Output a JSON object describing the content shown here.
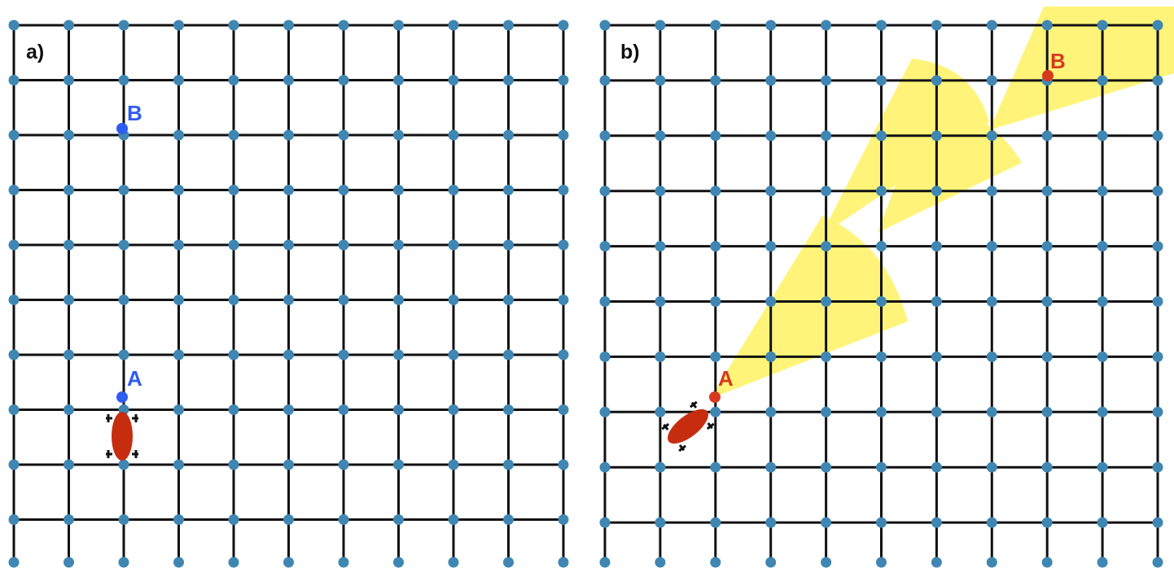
{
  "colors": {
    "grid": "#111111",
    "node": "#3f86b3",
    "obstacle": "#6cbd45",
    "path": "#e4572e",
    "robot_body": "#c62d0f",
    "robot_wheels": "#111111",
    "fov": "#fff36b",
    "label_blue": "#2f5cf0",
    "label_red": "#d63a1e"
  },
  "panels": [
    {
      "id": "a",
      "label": "a)",
      "point_a_label": "A",
      "point_b_label": "B",
      "point_label_color": "#2f5cf0"
    },
    {
      "id": "b",
      "label": "b)",
      "point_a_label": "A",
      "point_b_label": "B",
      "point_label_color": "#d63a1e"
    }
  ]
}
